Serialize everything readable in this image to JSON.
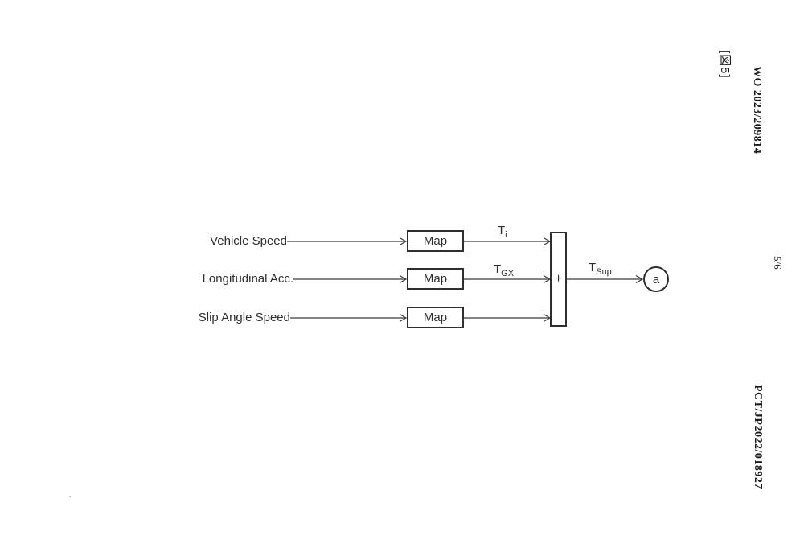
{
  "page": {
    "background": "#ffffff",
    "ink": "#2e2e2e"
  },
  "margin_text": {
    "figure_label": "[図5]",
    "publication_number": "WO 2023/209814",
    "page_indicator": "5/6",
    "application_number": "PCT/JP2022/018927"
  },
  "diagram": {
    "inputs": [
      {
        "label": "Vehicle Speed",
        "block": "Map",
        "signal": {
          "base": "T",
          "sub": "i"
        }
      },
      {
        "label": "Longitudinal Acc.",
        "block": "Map",
        "signal": {
          "base": "T",
          "sub": "GX"
        }
      },
      {
        "label": "Slip Angle Speed",
        "block": "Map",
        "signal": {
          "base": "",
          "sub": ""
        }
      }
    ],
    "sum_operator": "+",
    "output_signal": {
      "base": "T",
      "sub": "Sup"
    },
    "terminal_label": "a"
  }
}
